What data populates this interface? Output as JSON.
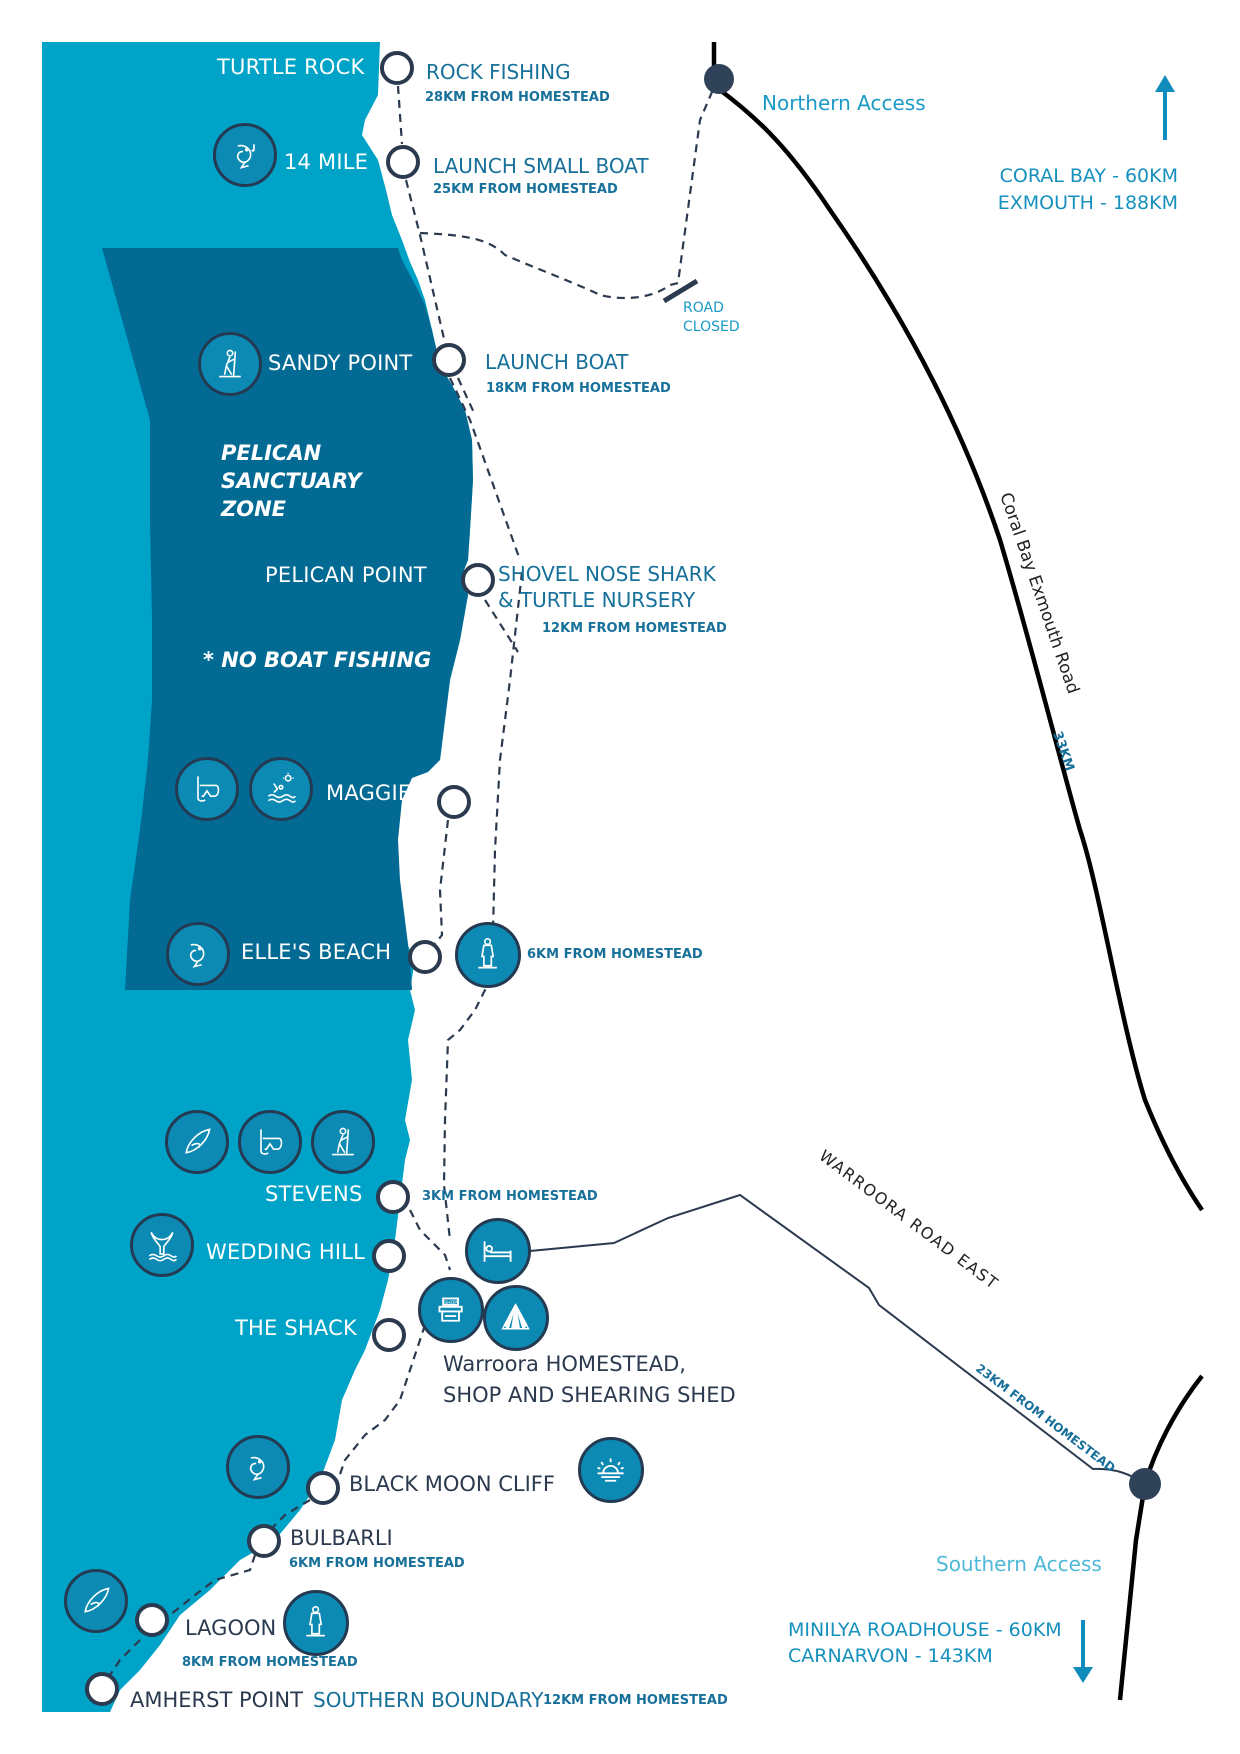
{
  "colors": {
    "sea": "#00a3c8",
    "sanctuary_zone": "#036a93",
    "icon_fill": "#0d8ab3",
    "node_stroke": "#2b3a4e",
    "label_blue": "#17709a",
    "accent_blue": "#1a9ac6",
    "road": "#000000"
  },
  "zone": {
    "title_lines": [
      "PELICAN",
      "SANCTUARY",
      "ZONE"
    ],
    "note": "* NO BOAT FISHING"
  },
  "locations": [
    {
      "name": "TURTLE ROCK",
      "activity": "ROCK FISHING",
      "distance": "28KM FROM HOMESTEAD"
    },
    {
      "name": "14 MILE",
      "activity": "LAUNCH SMALL BOAT",
      "distance": "25KM FROM HOMESTEAD",
      "icons": [
        "fishing-icon"
      ]
    },
    {
      "name": "SANDY POINT",
      "activity": "LAUNCH BOAT",
      "distance": "18KM FROM HOMESTEAD",
      "icons": [
        "paddleboard-icon"
      ]
    },
    {
      "name": "PELICAN POINT",
      "activity_lines": [
        "SHOVEL NOSE SHARK",
        "& TURTLE NURSERY"
      ],
      "distance": "12KM FROM HOMESTEAD"
    },
    {
      "name": "MAGGIES",
      "icons": [
        "snorkel-icon",
        "swimming-icon"
      ]
    },
    {
      "name": "ELLE'S BEACH",
      "distance": "6KM FROM HOMESTEAD",
      "icons": [
        "fishing-icon",
        "toilet-icon"
      ]
    },
    {
      "name": "STEVENS",
      "distance": "3KM FROM HOMESTEAD",
      "icons": [
        "surfboard-icon",
        "snorkel-icon",
        "paddleboard-icon"
      ]
    },
    {
      "name": "WEDDING HILL",
      "icons": [
        "whale-tail-icon"
      ]
    },
    {
      "name": "THE SHACK"
    },
    {
      "name": "BLACK MOON CLIFF",
      "icons": [
        "fishing-icon",
        "sunset-icon"
      ]
    },
    {
      "name": "BULBARLI",
      "distance": "6KM FROM HOMESTEAD"
    },
    {
      "name": "LAGOON",
      "distance": "8KM FROM HOMESTEAD",
      "icons": [
        "surfboard-icon",
        "toilet-icon"
      ]
    },
    {
      "name": "AMHERST POINT",
      "activity": "SOUTHERN BOUNDARY",
      "distance": "12KM FROM HOMESTEAD"
    }
  ],
  "homestead": {
    "line1": "Warroora HOMESTEAD,",
    "line2": "SHOP AND SHEARING SHED",
    "icons": [
      "bed-icon",
      "shop-icon",
      "tent-icon"
    ],
    "shop_icon_text": "SHOP"
  },
  "road_closed": [
    "ROAD",
    "CLOSED"
  ],
  "access": {
    "northern": "Northern Access",
    "southern": "Southern Access"
  },
  "roads": {
    "highway": "Coral Bay Exmouth Road",
    "highway_distance": "33KM",
    "east_road": "WARROORA ROAD EAST",
    "east_road_distance": "23KM FROM HOMESTEAD"
  },
  "directions": {
    "north": [
      "CORAL BAY - 60KM",
      "EXMOUTH - 188KM"
    ],
    "south": [
      "MINILYA ROADHOUSE - 60KM",
      "CARNARVON - 143KM"
    ]
  }
}
